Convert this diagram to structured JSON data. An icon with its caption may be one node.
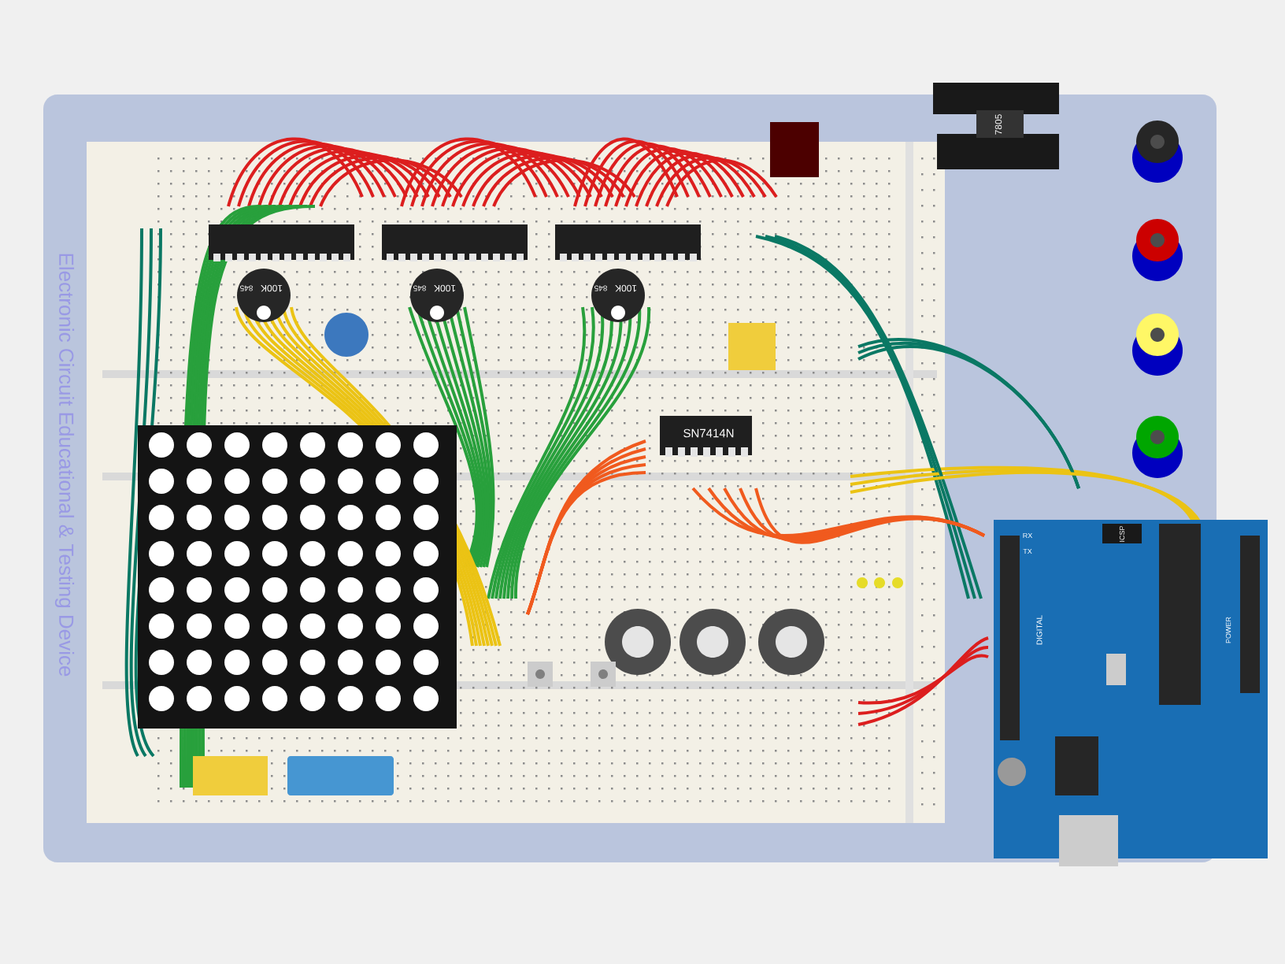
{
  "diagram": {
    "labels": [
      "7805",
      "Electronic Circuit Educational & Testing Device",
      "100K",
      "845",
      "100K",
      "845",
      "100K",
      "845",
      "SN7414N",
      "ICSP",
      "RX",
      "TX",
      "DIGITAL",
      "POWER"
    ]
  }
}
